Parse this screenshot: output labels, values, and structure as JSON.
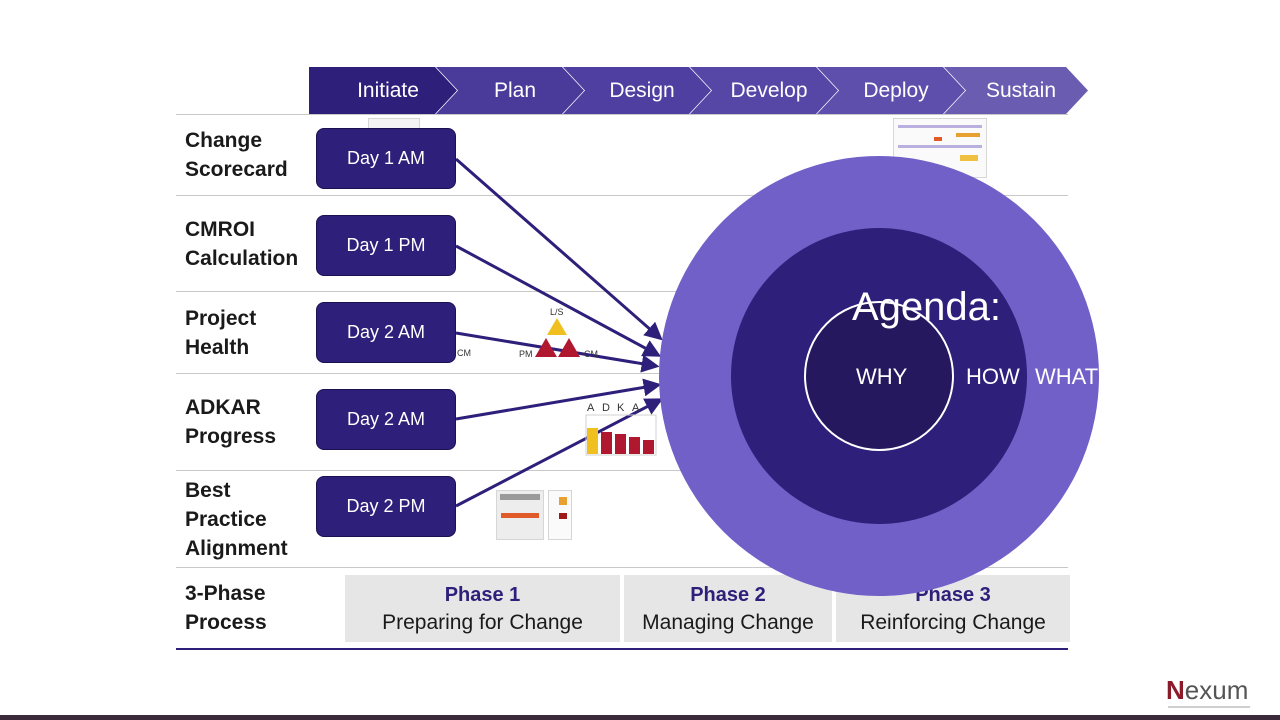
{
  "stages": [
    "Initiate",
    "Plan",
    "Design",
    "Develop",
    "Deploy",
    "Sustain"
  ],
  "rows": [
    {
      "label": "Change\nScorecard",
      "day": "Day 1 AM"
    },
    {
      "label": "CMROI\nCalculation",
      "day": "Day 1 PM"
    },
    {
      "label": "Project\nHealth",
      "day": "Day 2 AM"
    },
    {
      "label": "ADKAR\nProgress",
      "day": "Day 2 AM"
    },
    {
      "label": "Best\nPractice\nAlignment",
      "day": "Day 2 PM"
    }
  ],
  "process_label": "3-Phase\nProcess",
  "phases": [
    {
      "title": "Phase 1",
      "subtitle": "Preparing for Change"
    },
    {
      "title": "Phase 2",
      "subtitle": "Managing Change"
    },
    {
      "title": "Phase 3",
      "subtitle": "Reinforcing Change"
    }
  ],
  "agenda": {
    "title": "Agenda:",
    "inner": "WHY",
    "middle": "HOW",
    "outer": "WHAT"
  },
  "triangle_labels": {
    "top": "L/S",
    "left": "PM",
    "right": "CM",
    "side": "CM"
  },
  "adkar_letters": [
    "A",
    "D",
    "K",
    "A"
  ],
  "logo": {
    "first": "N",
    "rest": "exum"
  },
  "colors": {
    "stage_dark": "#2e1f7a",
    "stage_mid": "#4a3a9a",
    "stage_light": "#6a5cb0",
    "circle_outer": "#7160c8",
    "circle_middle": "#2e1f7a",
    "circle_inner": "#25185f",
    "logo_red": "#8b1a2b"
  }
}
